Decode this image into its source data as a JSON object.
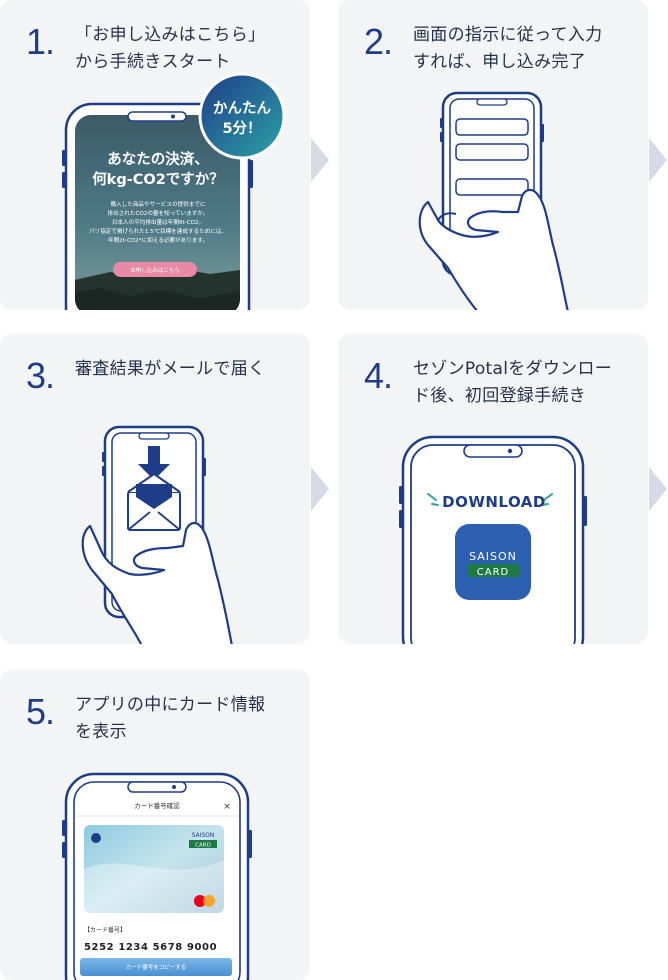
{
  "steps": [
    {
      "number": "1",
      "title": "「お申し込みはこちら」\nから手続きスタート"
    },
    {
      "number": "2",
      "title": "画面の指示に従って入力\nすれば、申し込み完了"
    },
    {
      "number": "3",
      "title": "審査結果がメールで届く"
    },
    {
      "number": "4",
      "title": "セゾンPotalをダウンロー\nド後、初回登録手続き"
    },
    {
      "number": "5",
      "title": "アプリの中にカード情報\nを表示"
    }
  ],
  "step1_screen": {
    "badge_line1": "かんたん",
    "badge_line2": "5分！",
    "headline_line1": "あなたの決済、",
    "headline_line2": "何kg-CO2ですか？",
    "body_line1": "購入した商品やサービスの提供までに",
    "body_line2": "排出されたCO2の量を知っていますか。",
    "body_line3": "日本人の平均排出量は年間8t-CO2。",
    "body_line4": "パリ協定で掲げられた1.5℃目標を達成するためには、",
    "body_line5": "年間2t-CO2*に抑える必要があります。",
    "cta_label": "お申し込みはこちら"
  },
  "step4_screen": {
    "download_label": "DOWNLOAD",
    "app_icon_line1": "SAISON",
    "app_icon_line2": "CARD"
  },
  "step5_screen": {
    "header_title": "カード番号確認",
    "close_label": "×",
    "card_brand_line1": "SAISON",
    "card_brand_line2": "CARD",
    "card_number_label": "【カード番号】",
    "card_number": "5252 1234 5678 9000",
    "copy_button_label": "カード番号をコピーする"
  },
  "colors": {
    "accent_navy": "#1f3c88",
    "card_bg": "#f3f4f6",
    "arrow": "#d4dae6",
    "teal": "#2ba3a6",
    "saison_green": "#1d7a44",
    "cta_pink": "#e889a8"
  }
}
